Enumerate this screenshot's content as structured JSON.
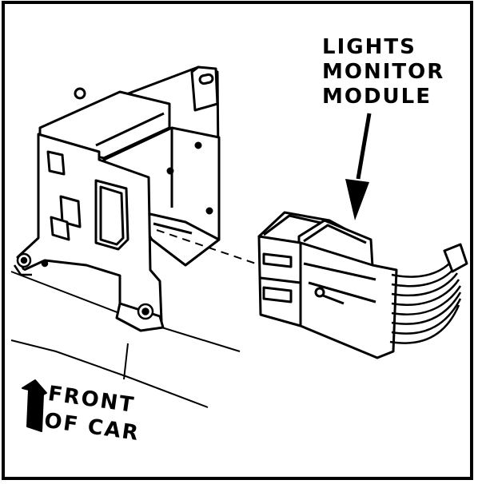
{
  "callout": {
    "line1": "LIGHTS",
    "line2": "MONITOR",
    "line3": "MODULE"
  },
  "direction": {
    "line1": "FRONT",
    "line2": "OF CAR",
    "arrow_icon": "front-arrow-icon"
  },
  "colors": {
    "ink": "#000000",
    "paper": "#ffffff"
  }
}
